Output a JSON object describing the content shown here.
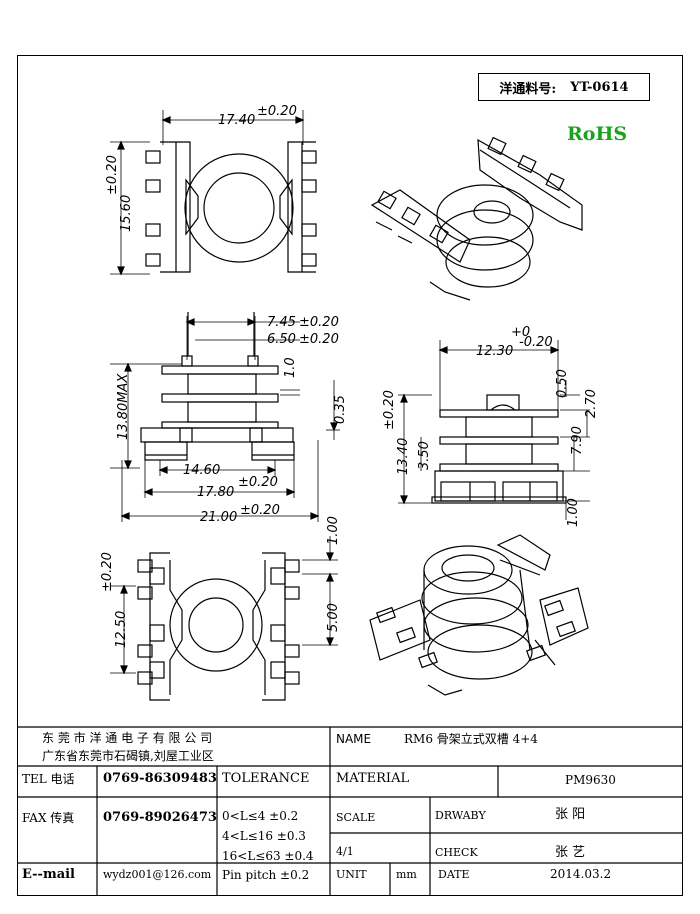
{
  "part_number": {
    "label": "洋通料号:",
    "value": "YT-0614"
  },
  "rohs": "RoHS",
  "dimensions": {
    "top_width": "17.40",
    "top_tol": "±0.20",
    "top_height": "15.60",
    "top_height_tol": "±0.20",
    "inner_a": "7.45",
    "inner_a_tol": "±0.20",
    "inner_b": "6.50",
    "inner_b_tol": "±0.20",
    "d_1_0": "1.0",
    "d_0_35": "0.35",
    "max_height": "13.80MAX",
    "pin_inner": "14.60",
    "pin_mid": "17.80",
    "pin_mid_tol": "±0.20",
    "pin_outer": "21.00",
    "pin_outer_tol": "±0.20",
    "side_width": "12.30",
    "side_tol_plus": "+0",
    "side_tol_minus": "-0.20",
    "d_0_50": "0.50",
    "d_2_70": "2.70",
    "d_7_90": "7.90",
    "d_13_40": "13.40",
    "d_13_40_tol": "±0.20",
    "d_3_50": "3.50",
    "d_1_00_side": "1.00",
    "d_1_00_bottom": "1.00",
    "d_12_50": "12.50",
    "d_12_50_tol": "±0.20",
    "d_5_00": "5.00"
  },
  "title_block": {
    "company": "东 莞 市 洋 通 电 子 有 限 公 司",
    "address": "广东省东莞市石碣镇,刘屋工业区",
    "name_label": "NAME",
    "name_value": "RM6 骨架立式双槽 4+4",
    "tel_label": "TEL 电话",
    "tel_value": "0769-86309483",
    "tolerance_label": "TOLERANCE",
    "material_label": "MATERIAL",
    "material_value": "PM9630",
    "fax_label": "FAX 传真",
    "fax_value": "0769-89026473",
    "tol_1": "0<L≤4  ±0.2",
    "tol_2": "4<L≤16  ±0.3",
    "tol_3": "16<L≤63  ±0.4",
    "tol_pin": "Pin pitch ±0.2",
    "scale_label": "SCALE",
    "scale_value": "4/1",
    "drawby_label": "DRWABY",
    "drawby_value": "张 阳",
    "check_label": "CHECK",
    "check_value": "张 艺",
    "email_label": "E--mail",
    "email_value": "wydz001@126.com",
    "unit_label": "UNIT",
    "unit_value": "mm",
    "date_label": "DATE",
    "date_value": "2014.03.2"
  }
}
